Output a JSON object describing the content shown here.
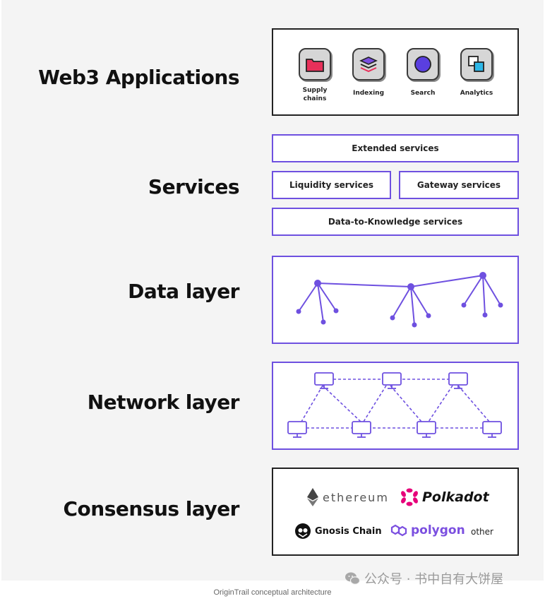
{
  "layers": {
    "applications": {
      "label": "Web3 Applications",
      "apps": [
        {
          "label": "Supply chains",
          "icon": "folder-icon",
          "color": "#e8305a"
        },
        {
          "label": "Indexing",
          "icon": "stack-icon",
          "color": "#7b4fe0"
        },
        {
          "label": "Search",
          "icon": "circle-icon",
          "color": "#5a3fe0"
        },
        {
          "label": "Analytics",
          "icon": "squares-icon",
          "color": "#2db7e8"
        }
      ]
    },
    "services": {
      "label": "Services",
      "extended": "Extended services",
      "liquidity": "Liquidity services",
      "gateway": "Gateway services",
      "data_to_knowledge": "Data-to-Knowledge services"
    },
    "data": {
      "label": "Data layer"
    },
    "network": {
      "label": "Network layer"
    },
    "consensus": {
      "label": "Consensus layer",
      "logos": {
        "ethereum": "ethereum",
        "polkadot": "Polkadot",
        "gnosis": "Gnosis Chain",
        "polygon": "polygon",
        "other": "other"
      }
    }
  },
  "watermark": "公众号 · 书中自有大饼屋",
  "caption": "OriginTrail conceptual architecture",
  "colors": {
    "accent": "#6e50e0",
    "border_dark": "#222222",
    "polkadot": "#e6007a",
    "polygon": "#7b4fe0"
  }
}
